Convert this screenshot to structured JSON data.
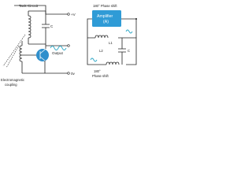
{
  "left_circuit": {
    "tank_label": "Tank Circuit",
    "plus_v": "+V",
    "cap_label": "C",
    "output_label": "Output",
    "zero_v": "0v",
    "coupling_line1": "Electromagnetic",
    "coupling_line2": "coupling"
  },
  "right_circuit": {
    "phase_top": "180° Phase shift",
    "amp_line1": "Amplifier",
    "amp_line2": "(A)",
    "l1": "L1",
    "l2": "L2",
    "cap": "C",
    "phase_bottom_line1": "180°",
    "phase_bottom_line2": "Phase shift"
  },
  "colors": {
    "wire": "#222222",
    "cyan": "#33a9c7",
    "amplifier": "#2f9bd6",
    "transistor": "#2f8fcc"
  }
}
